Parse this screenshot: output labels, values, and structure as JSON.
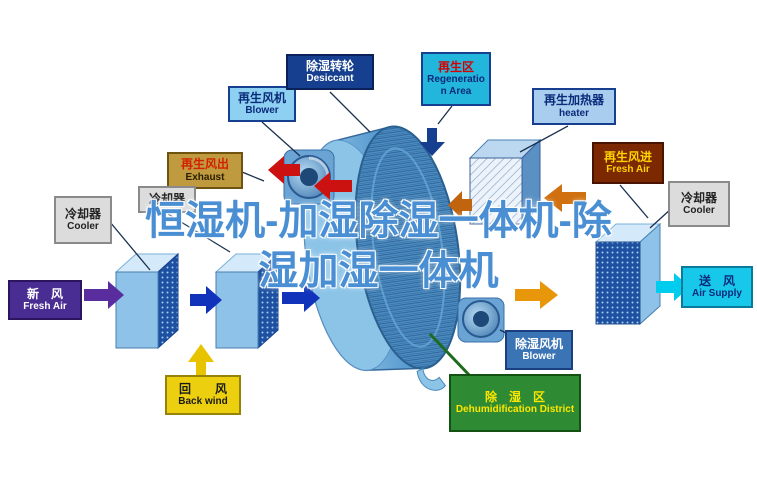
{
  "watermark": {
    "line1": "恒湿机-加湿除湿一体机-除",
    "line2": "湿加湿一体机"
  },
  "labels": {
    "regen_blower": {
      "zh": "再生风机",
      "en": "Blower"
    },
    "desiccant": {
      "zh": "除湿转轮",
      "en": "Desiccant"
    },
    "regen_area": {
      "zh": "再生区",
      "en": "Regeneration Area"
    },
    "regen_heater": {
      "zh": "再生加热器",
      "en": "heater"
    },
    "exhaust": {
      "zh": "再生风出",
      "en": "Exhaust"
    },
    "regen_fresh_air": {
      "zh": "再生风进",
      "en": "Fresh Air"
    },
    "cooler_left": {
      "zh": "冷却器",
      "en": "Cooler"
    },
    "cooler_left2": {
      "zh": "冷却器"
    },
    "cooler_right": {
      "zh": "冷却器",
      "en": "Cooler"
    },
    "fresh_air": {
      "zh": "新　风",
      "en": "Fresh Air"
    },
    "back_wind": {
      "zh": "回　　风",
      "en": "Back wind"
    },
    "dehumid_blower": {
      "zh": "除湿风机",
      "en": "Blower"
    },
    "dehumid_district": {
      "zh": "除　湿　区",
      "en": "Dehumidification District"
    },
    "air_supply": {
      "zh": "送　风",
      "en": "Air Supply"
    }
  },
  "colors": {
    "watermark_blue": "#4a8fd4",
    "wheel_blue": "#5a9cd0",
    "process_arrow_blue": "#1133bb",
    "regen_arrow_red": "#cc1111",
    "heat_arrow_orange": "#d07010",
    "supply_arrow_cyan": "#00ccee",
    "fresh_air_purple": "#4a2d92",
    "back_wind_yellow": "#eccf0e",
    "district_green": "#2e8b33"
  }
}
